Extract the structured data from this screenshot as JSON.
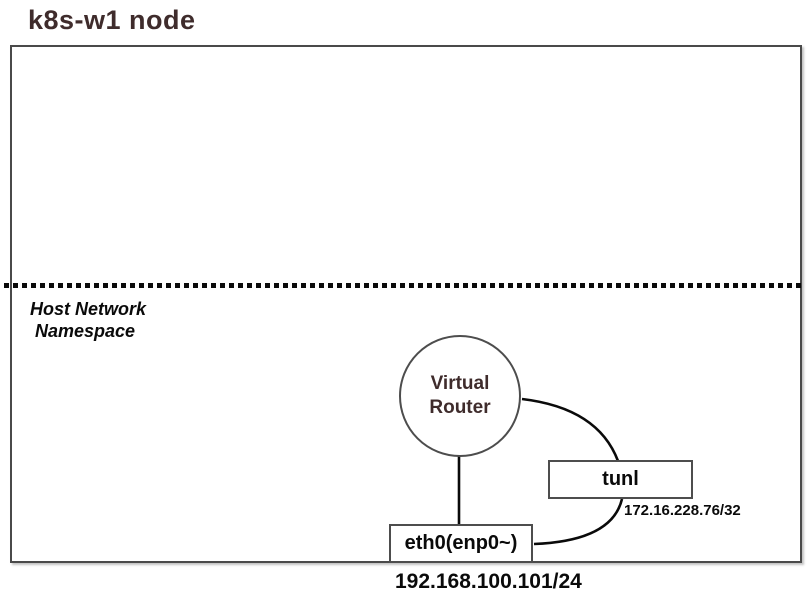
{
  "title": "k8s-w1 node",
  "diagram": {
    "namespace_label": "Host Network\n Namespace",
    "router": {
      "label": "Virtual\nRouter"
    },
    "interfaces": {
      "tunl": {
        "label": "tunl",
        "ip": "172.16.228.76/32"
      },
      "eth0": {
        "label": "eth0(enp0~)",
        "ip": "192.168.100.101/24"
      }
    },
    "colors": {
      "title_text": "#3f2c2c",
      "shape_border": "#4d4d4d",
      "boundary_border": "#4a4a4a",
      "connector": "#0a0a0a",
      "text": "#0a0a0a",
      "background": "#ffffff"
    }
  }
}
